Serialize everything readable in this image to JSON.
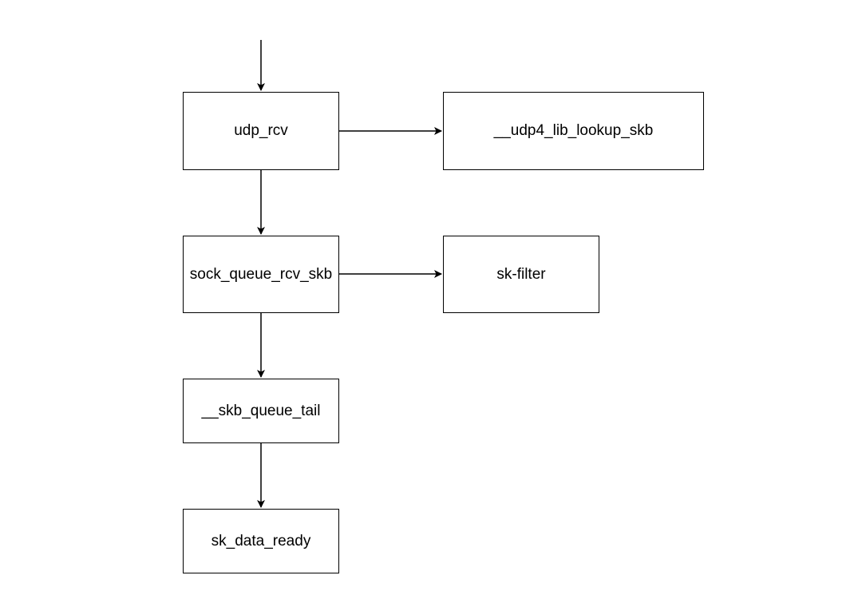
{
  "diagram": {
    "nodes": {
      "udp_rcv": "udp_rcv",
      "udp4_lib_lookup_skb": "__udp4_lib_lookup_skb",
      "sock_queue_rcv_skb": "sock_queue_rcv_skb",
      "sk_filter": "sk-filter",
      "skb_queue_tail": "__skb_queue_tail",
      "sk_data_ready": "sk_data_ready"
    },
    "edges": [
      {
        "from": "entry",
        "to": "udp_rcv"
      },
      {
        "from": "udp_rcv",
        "to": "udp4_lib_lookup_skb"
      },
      {
        "from": "udp_rcv",
        "to": "sock_queue_rcv_skb"
      },
      {
        "from": "sock_queue_rcv_skb",
        "to": "sk_filter"
      },
      {
        "from": "sock_queue_rcv_skb",
        "to": "skb_queue_tail"
      },
      {
        "from": "skb_queue_tail",
        "to": "sk_data_ready"
      }
    ],
    "colors": {
      "stroke": "#000000",
      "background": "#ffffff"
    }
  }
}
